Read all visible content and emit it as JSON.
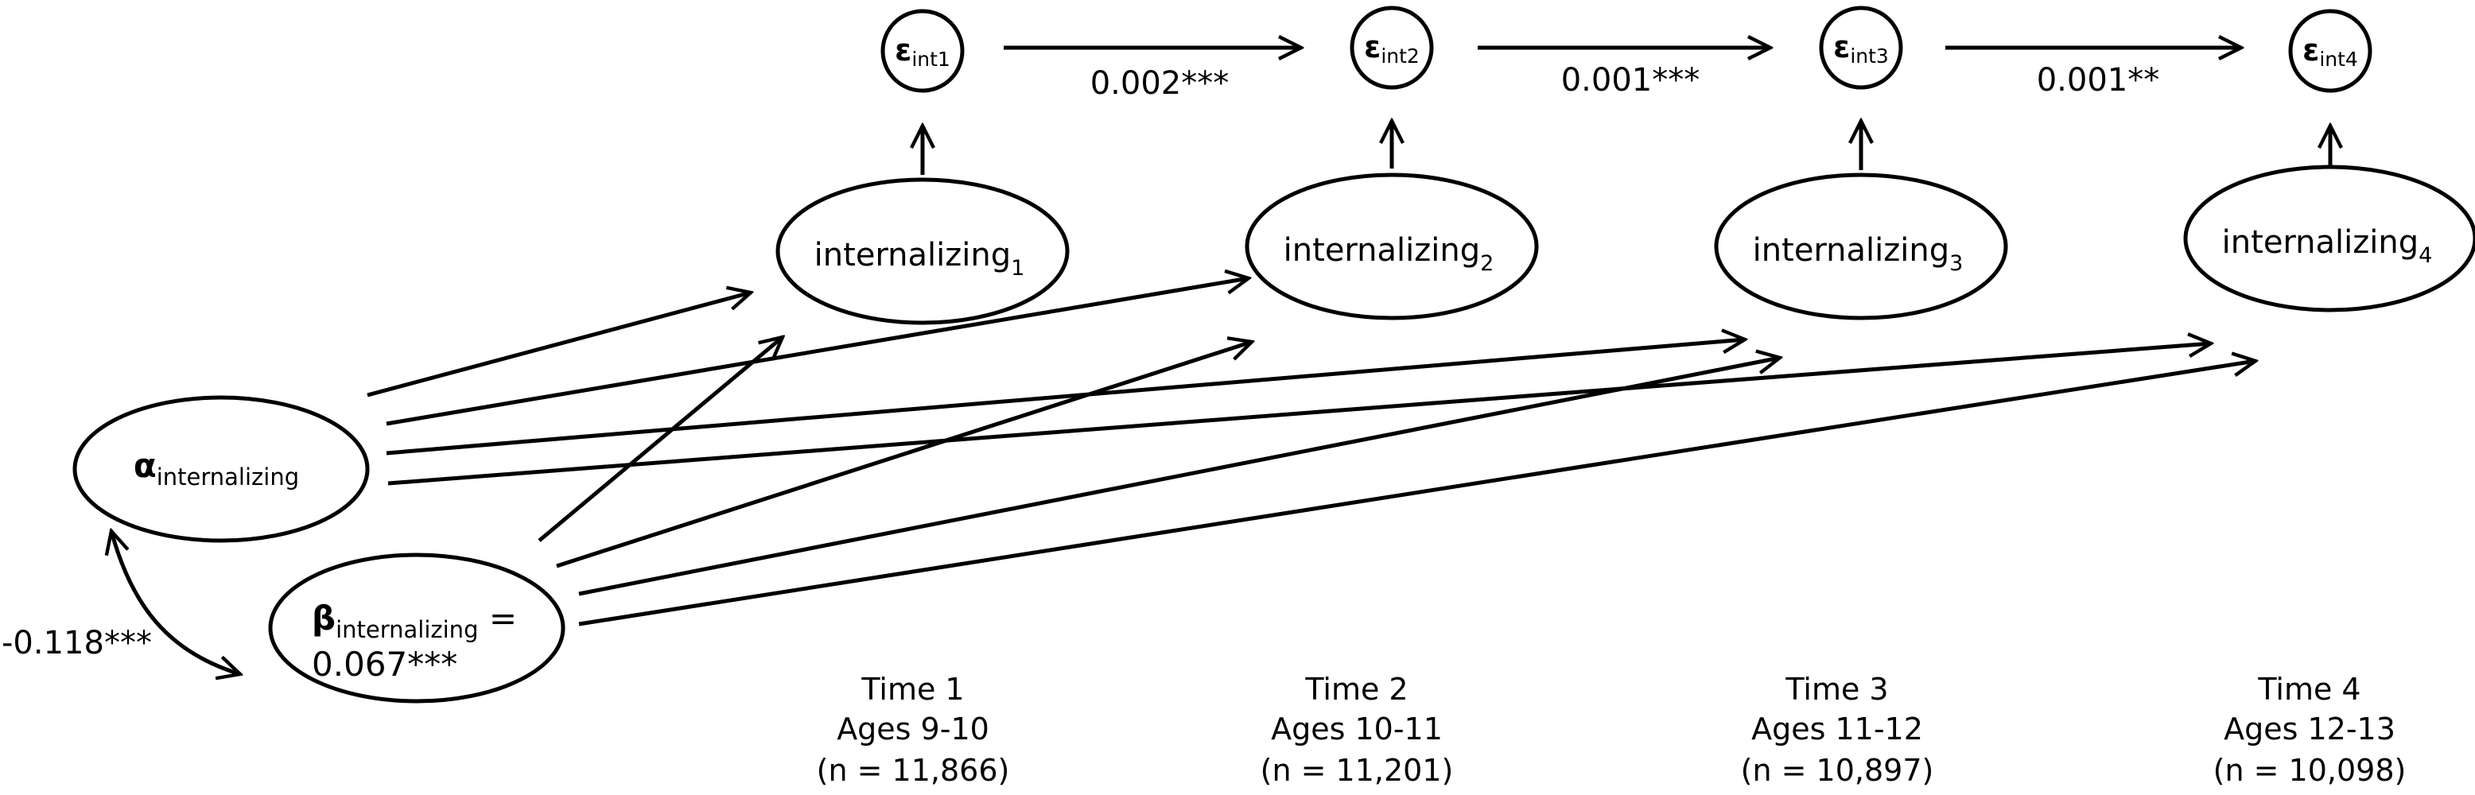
{
  "latent_factors": {
    "alpha": {
      "symbol": "α",
      "subscript": "internalizing"
    },
    "beta": {
      "symbol": "β",
      "subscript": "internalizing",
      "suffix": " =",
      "value": "0.067***"
    },
    "covariance": "-0.118***"
  },
  "observed": [
    {
      "base": "internalizing",
      "sub": "1"
    },
    {
      "base": "internalizing",
      "sub": "2"
    },
    {
      "base": "internalizing",
      "sub": "3"
    },
    {
      "base": "internalizing",
      "sub": "4"
    }
  ],
  "residuals": [
    {
      "symbol": "ε",
      "sub": "int1"
    },
    {
      "symbol": "ε",
      "sub": "int2"
    },
    {
      "symbol": "ε",
      "sub": "int3"
    },
    {
      "symbol": "ε",
      "sub": "int4"
    }
  ],
  "autoregressive_paths": [
    "0.002***",
    "0.001***",
    "0.001**"
  ],
  "timepoints": [
    {
      "time": "Time 1",
      "ages": "Ages 9-10",
      "n": "(n = 11,866)"
    },
    {
      "time": "Time 2",
      "ages": "Ages 10-11",
      "n": "(n = 11,201)"
    },
    {
      "time": "Time 3",
      "ages": "Ages 11-12",
      "n": "(n = 10,897)"
    },
    {
      "time": "Time 4",
      "ages": "Ages 12-13",
      "n": "(n = 10,098)"
    }
  ]
}
